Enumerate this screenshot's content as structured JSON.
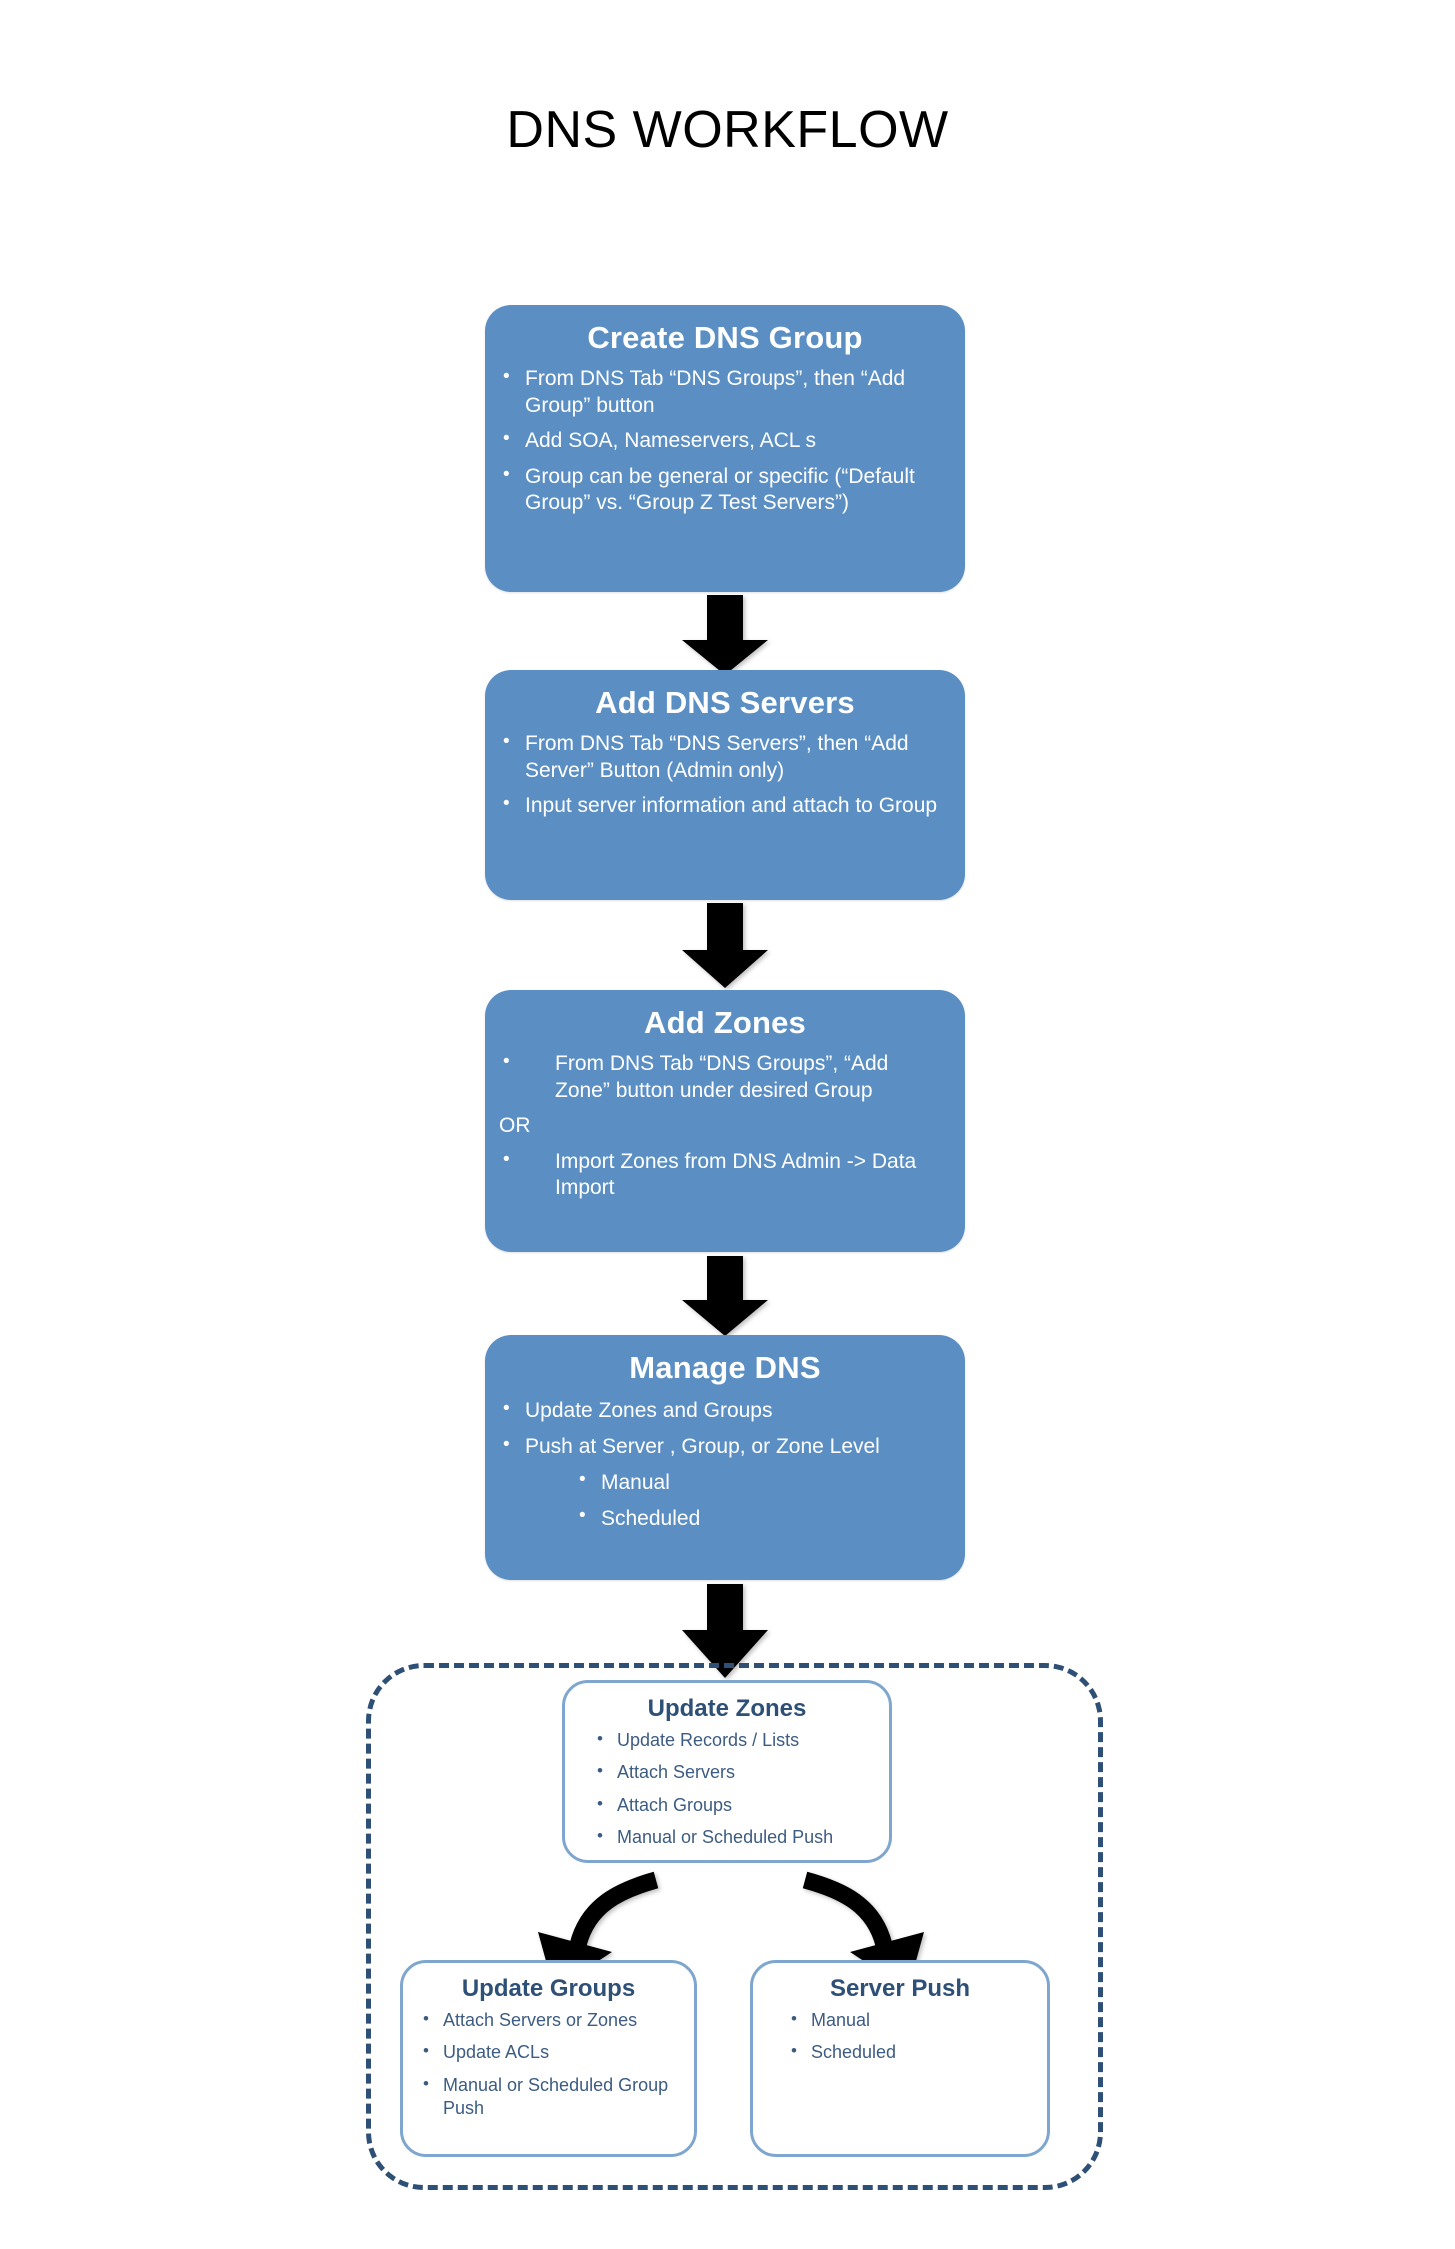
{
  "title": "DNS WORKFLOW",
  "colors": {
    "step_fill": "#5B8FC4",
    "step_text": "#ffffff",
    "white_box_border": "#7EA6CE",
    "white_box_text": "#3C5C82",
    "white_box_title": "#2E5077",
    "dashed_border": "#2E5077",
    "arrow": "#000000",
    "background": "#ffffff",
    "title_text": "#000000"
  },
  "steps": [
    {
      "id": "create-dns-group",
      "title": "Create DNS Group",
      "bullets": [
        "From DNS Tab “DNS Groups”, then “Add Group” button",
        "Add SOA, Nameservers, ACL s",
        "Group can be general or specific (“Default Group” vs. “Group Z Test Servers”)"
      ]
    },
    {
      "id": "add-dns-servers",
      "title": "Add DNS Servers",
      "bullets": [
        "From DNS Tab “DNS Servers”, then “Add Server” Button (Admin only)",
        "Input server information and attach to Group"
      ]
    },
    {
      "id": "add-zones",
      "title": "Add  Zones",
      "bullets_before": [
        "From DNS Tab “DNS Groups”, “Add Zone” button under desired Group"
      ],
      "separator": "OR",
      "bullets_after": [
        "Import Zones from DNS Admin -> Data Import"
      ]
    },
    {
      "id": "manage-dns",
      "title": "Manage DNS",
      "bullets": [
        "Update Zones and Groups",
        "Push at Server , Group, or Zone Level"
      ],
      "sub_bullets": [
        "Manual",
        "Scheduled"
      ]
    }
  ],
  "detail_boxes": [
    {
      "id": "update-zones",
      "title": "Update Zones",
      "bullets": [
        "Update Records / Lists",
        "Attach Servers",
        "Attach Groups",
        "Manual or Scheduled Push"
      ]
    },
    {
      "id": "update-groups",
      "title": "Update Groups",
      "bullets": [
        "Attach Servers or Zones",
        "Update ACLs",
        "Manual or Scheduled Group Push"
      ]
    },
    {
      "id": "server-push",
      "title": "Server Push",
      "bullets": [
        "Manual",
        "Scheduled"
      ]
    }
  ],
  "connectors": [
    {
      "id": "arrow-create-to-servers",
      "kind": "down-arrow"
    },
    {
      "id": "arrow-servers-to-zones",
      "kind": "down-arrow"
    },
    {
      "id": "arrow-zones-to-manage",
      "kind": "down-arrow"
    },
    {
      "id": "arrow-manage-to-update-zones",
      "kind": "down-arrow"
    },
    {
      "id": "arrow-update-zones-to-update-groups",
      "kind": "curved-down-left-arrow"
    },
    {
      "id": "arrow-update-zones-to-server-push",
      "kind": "curved-down-right-arrow"
    }
  ]
}
